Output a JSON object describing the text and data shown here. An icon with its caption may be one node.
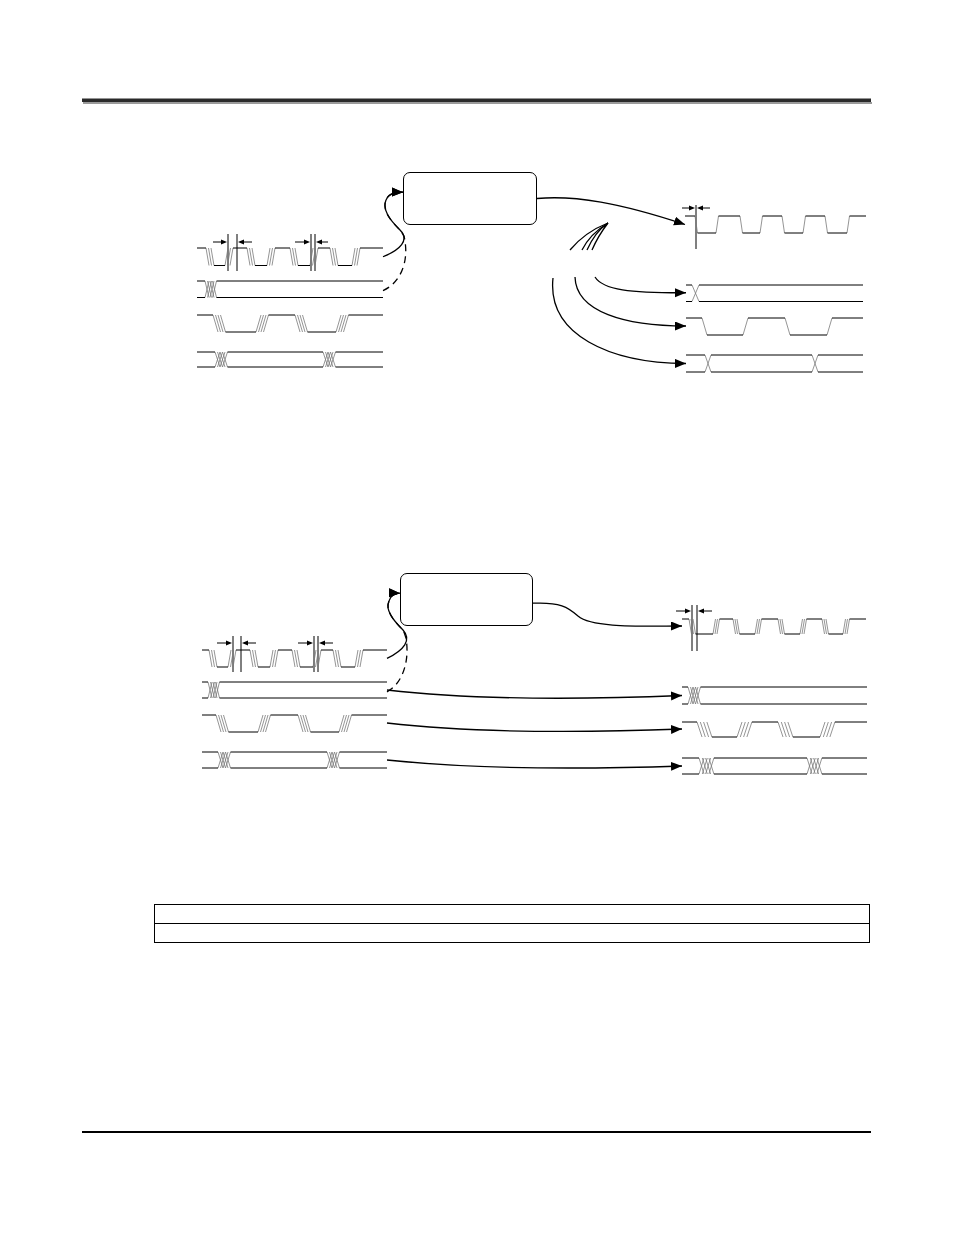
{
  "diagram": {
    "nodes": [
      {
        "text": [],
        "shape": "box"
      },
      {
        "text": [],
        "shape": "waveform"
      },
      {
        "text": [],
        "shape": "waveform"
      },
      {
        "text": [],
        "shape": "waveform"
      },
      {
        "text": [],
        "shape": "waveform"
      },
      {
        "text": [],
        "shape": "waveform"
      },
      {
        "text": [],
        "shape": "waveform"
      },
      {
        "text": [],
        "shape": "waveform"
      },
      {
        "text": [],
        "shape": "waveform"
      },
      {
        "text": [],
        "shape": "box"
      },
      {
        "text": [],
        "shape": "waveform"
      },
      {
        "text": [],
        "shape": "waveform"
      },
      {
        "text": [],
        "shape": "waveform"
      },
      {
        "text": [],
        "shape": "waveform"
      },
      {
        "text": [],
        "shape": "waveform"
      },
      {
        "text": [],
        "shape": "waveform"
      },
      {
        "text": [],
        "shape": "waveform"
      },
      {
        "text": [],
        "shape": "waveform"
      }
    ],
    "edges": [
      {
        "from": 1,
        "to": 0,
        "arrow": "to"
      },
      {
        "from": 2,
        "to": 0,
        "arrow": "to",
        "style": "dashed"
      },
      {
        "from": 0,
        "to": 5,
        "arrow": "to"
      },
      {
        "from": null,
        "to": 6,
        "arrow": "to"
      },
      {
        "from": null,
        "to": 7,
        "arrow": "to"
      },
      {
        "from": null,
        "to": 8,
        "arrow": "to"
      },
      {
        "from": 10,
        "to": 9,
        "arrow": "to"
      },
      {
        "from": 11,
        "to": 9,
        "arrow": "to",
        "style": "dashed"
      },
      {
        "from": 9,
        "to": 14,
        "arrow": "to"
      },
      {
        "from": 11,
        "to": 15,
        "arrow": "to"
      },
      {
        "from": 12,
        "to": 16,
        "arrow": "to"
      },
      {
        "from": 13,
        "to": 17,
        "arrow": "to"
      }
    ]
  }
}
